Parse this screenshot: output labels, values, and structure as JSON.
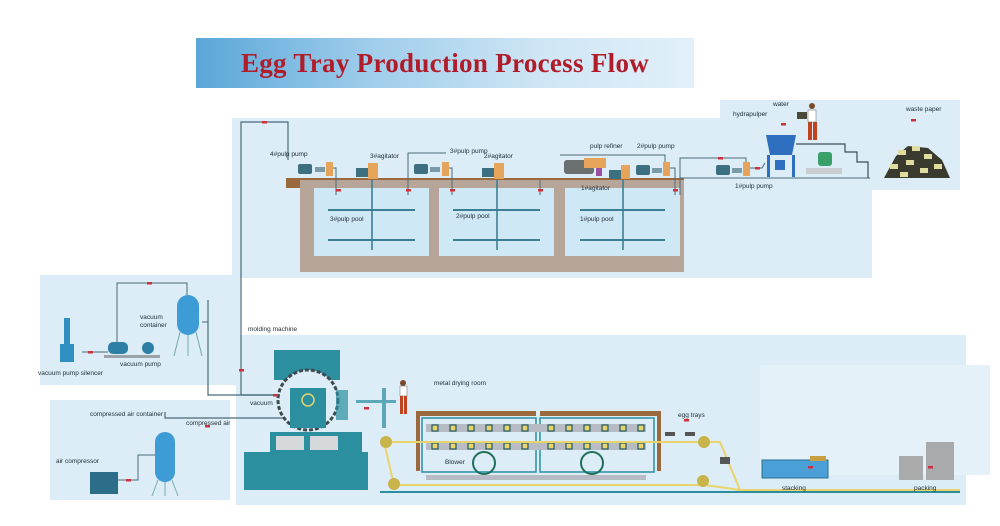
{
  "title": "Egg Tray Production Process Flow",
  "colors": {
    "title_text": "#b01c2a",
    "pipe": "#4a6a78",
    "flow_arrow": "#d0303a",
    "pool_frame": "#b8a59a",
    "pool_water": "#cfe8f6",
    "walkway": "#9a6a3e",
    "machine_teal": "#2b8fa0",
    "belt_yellow": "#e8d46a",
    "panel_bg": "#dcedf7"
  },
  "pulping_section": {
    "labels": {
      "pump4": "4#pulp pump",
      "agitator3": "3#agitator",
      "pump3": "3#pulp pump",
      "agitator2": "2#agitator",
      "pulp_refiner": "pulp refiner",
      "pump2": "2#pulp pump",
      "agitator1": "1#agitator",
      "pump1": "1#pulp pump",
      "hydrapulper": "hydrapulper",
      "water": "water",
      "waste_paper": "waste paper"
    },
    "pools": [
      {
        "label": "3#pulp pool"
      },
      {
        "label": "2#pulp pool"
      },
      {
        "label": "1#pulp pool"
      }
    ]
  },
  "vacuum_section": {
    "labels": {
      "vacuum_container": "vacuum container",
      "vacuum_pump": "vacuum pump",
      "vacuum_pump_silencer": "vacuum pump silencer",
      "vacuum": "vacuum"
    }
  },
  "air_section": {
    "labels": {
      "compressed_air_container": "compressed air container",
      "compressed_air": "compressed air",
      "air_compressor": "air compressor"
    }
  },
  "forming_section": {
    "labels": {
      "molding_machine": "molding machine",
      "metal_drying_room": "metal drying room",
      "blower": "Blower",
      "egg_trays": "egg trays",
      "stacking": "stacking",
      "packing": "packing"
    }
  }
}
